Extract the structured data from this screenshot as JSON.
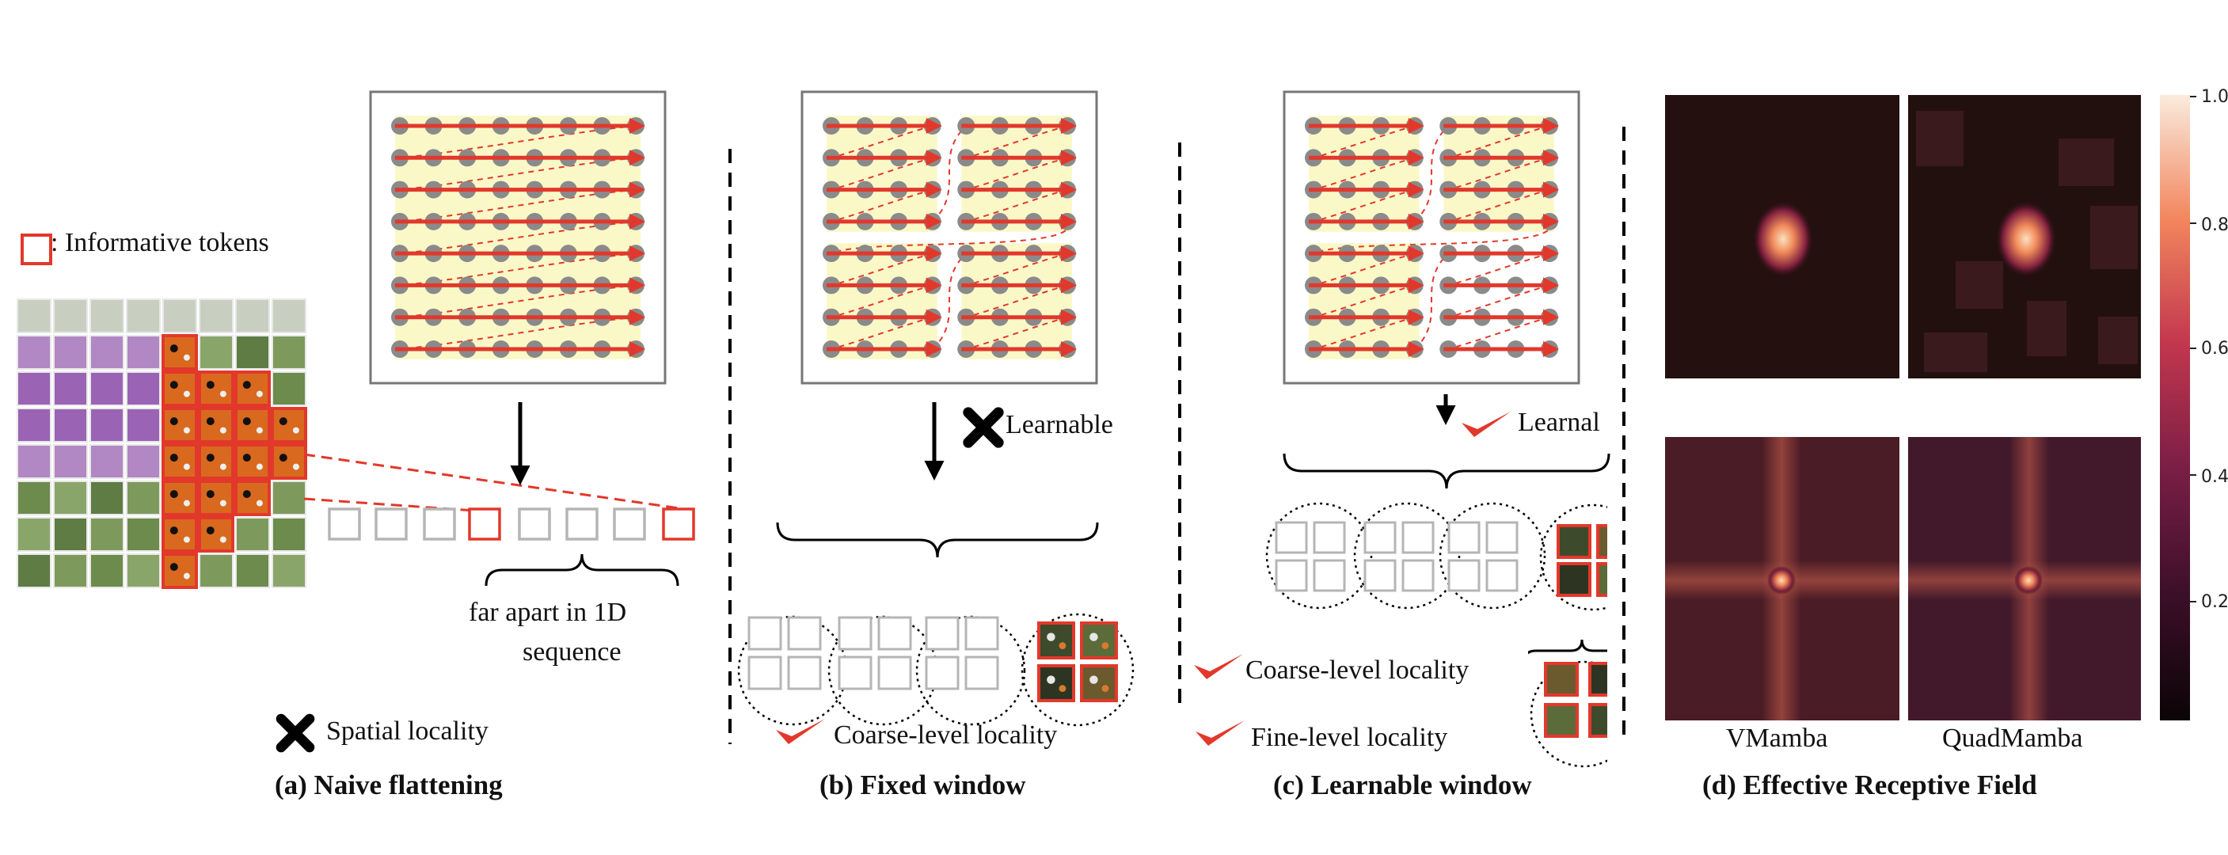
{
  "legend": {
    "label": ": Informative tokens"
  },
  "panel_a": {
    "annotation": "far apart in 1D sequence",
    "annotation_line1": "far apart in 1D",
    "annotation_line2": "sequence",
    "property": "Spatial locality",
    "caption": "(a) Naive flattening"
  },
  "panel_b": {
    "learnable": "Learnable",
    "property": "Coarse-level locality",
    "caption": "(b) Fixed window"
  },
  "panel_c": {
    "learnable": "Learnal",
    "property_coarse": "Coarse-level locality",
    "property_fine": "Fine-level locality",
    "caption": "(c) Learnable window"
  },
  "panel_d": {
    "model_left": "VMamba",
    "model_right": "QuadMamba",
    "caption": "(d) Effective Receptive Field",
    "colorbar_ticks": [
      "1.0",
      "0.8",
      "0.6",
      "0.4",
      "0.2"
    ]
  },
  "colors": {
    "token_gray": "#8a8a8a",
    "scan_red": "#e2382b",
    "window_yellow": "#fbf8c8",
    "window_pink": "#ead3ec",
    "box_outline": "#b5b5b5",
    "heat_dark": "#1d0d10",
    "heat_hot": "#fbe1bd"
  },
  "icons": [
    "cross-icon",
    "check-icon",
    "down-arrow-icon",
    "curly-brace-icon",
    "dotted-circle-icon"
  ]
}
